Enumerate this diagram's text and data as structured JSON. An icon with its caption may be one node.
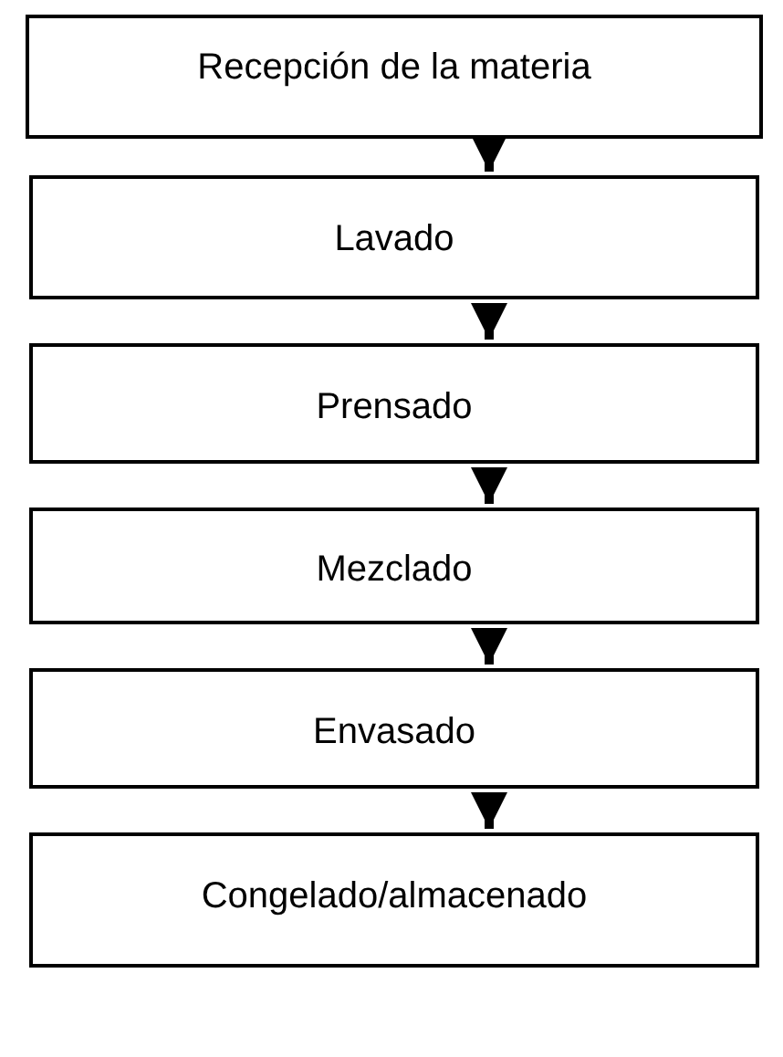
{
  "diagram": {
    "nodes": [
      {
        "text": [
          "Recepción de la materia"
        ]
      },
      {
        "text": [
          "Lavado"
        ]
      },
      {
        "text": [
          "Prensado"
        ]
      },
      {
        "text": [
          "Mezclado"
        ]
      },
      {
        "text": [
          "Envasado"
        ]
      },
      {
        "text": [
          "Congelado/almacenado"
        ]
      }
    ],
    "edges": [
      {
        "from": 0,
        "to": 1,
        "arrow": "to"
      },
      {
        "from": 1,
        "to": 2,
        "arrow": "to"
      },
      {
        "from": 2,
        "to": 3,
        "arrow": "to"
      },
      {
        "from": 3,
        "to": 4,
        "arrow": "to"
      },
      {
        "from": 4,
        "to": 5,
        "arrow": "to"
      }
    ]
  }
}
